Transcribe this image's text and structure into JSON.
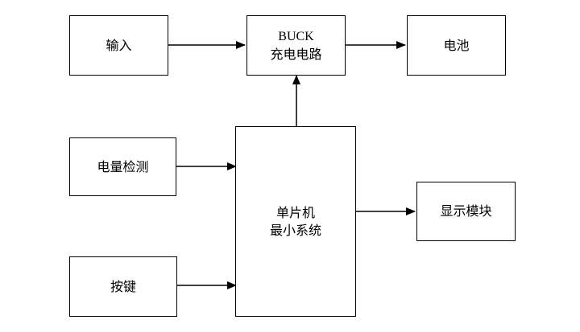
{
  "blocks": {
    "input": {
      "lines": [
        "输入"
      ]
    },
    "buck": {
      "lines": [
        "BUCK",
        "充电电路"
      ]
    },
    "battery": {
      "lines": [
        "电池"
      ]
    },
    "power_detect": {
      "lines": [
        "电量检测"
      ]
    },
    "mcu": {
      "lines": [
        "单片机",
        "最小系统"
      ]
    },
    "display": {
      "lines": [
        "显示模块"
      ]
    },
    "button": {
      "lines": [
        "按键"
      ]
    }
  },
  "connections": [
    {
      "from": "input",
      "to": "buck"
    },
    {
      "from": "buck",
      "to": "battery"
    },
    {
      "from": "mcu",
      "to": "buck"
    },
    {
      "from": "power_detect",
      "to": "mcu"
    },
    {
      "from": "button",
      "to": "mcu"
    },
    {
      "from": "mcu",
      "to": "display"
    }
  ]
}
